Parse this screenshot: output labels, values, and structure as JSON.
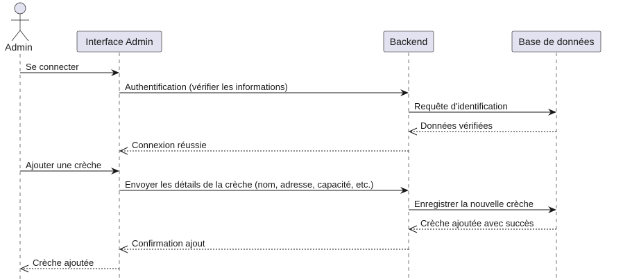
{
  "participants": [
    {
      "id": "admin",
      "label": "Admin",
      "kind": "actor"
    },
    {
      "id": "ui",
      "label": "Interface Admin",
      "kind": "participant"
    },
    {
      "id": "backend",
      "label": "Backend",
      "kind": "participant"
    },
    {
      "id": "db",
      "label": "Base de données",
      "kind": "participant"
    }
  ],
  "messages": [
    {
      "from": "admin",
      "to": "ui",
      "text": "Se connecter",
      "style": "solid"
    },
    {
      "from": "ui",
      "to": "backend",
      "text": "Authentification (vérifier les informations)",
      "style": "solid"
    },
    {
      "from": "backend",
      "to": "db",
      "text": "Requête d'identification",
      "style": "solid"
    },
    {
      "from": "db",
      "to": "backend",
      "text": "Données vérifiées",
      "style": "dotted"
    },
    {
      "from": "backend",
      "to": "ui",
      "text": "Connexion réussie",
      "style": "dotted"
    },
    {
      "from": "admin",
      "to": "ui",
      "text": "Ajouter une crèche",
      "style": "solid"
    },
    {
      "from": "ui",
      "to": "backend",
      "text": "Envoyer les détails de la crèche (nom, adresse, capacité, etc.)",
      "style": "solid"
    },
    {
      "from": "backend",
      "to": "db",
      "text": "Enregistrer la nouvelle crèche",
      "style": "solid"
    },
    {
      "from": "db",
      "to": "backend",
      "text": "Crèche ajoutée avec succès",
      "style": "dotted"
    },
    {
      "from": "backend",
      "to": "ui",
      "text": "Confirmation ajout",
      "style": "dotted"
    },
    {
      "from": "ui",
      "to": "admin",
      "text": "Crèche ajoutée",
      "style": "dotted"
    }
  ]
}
